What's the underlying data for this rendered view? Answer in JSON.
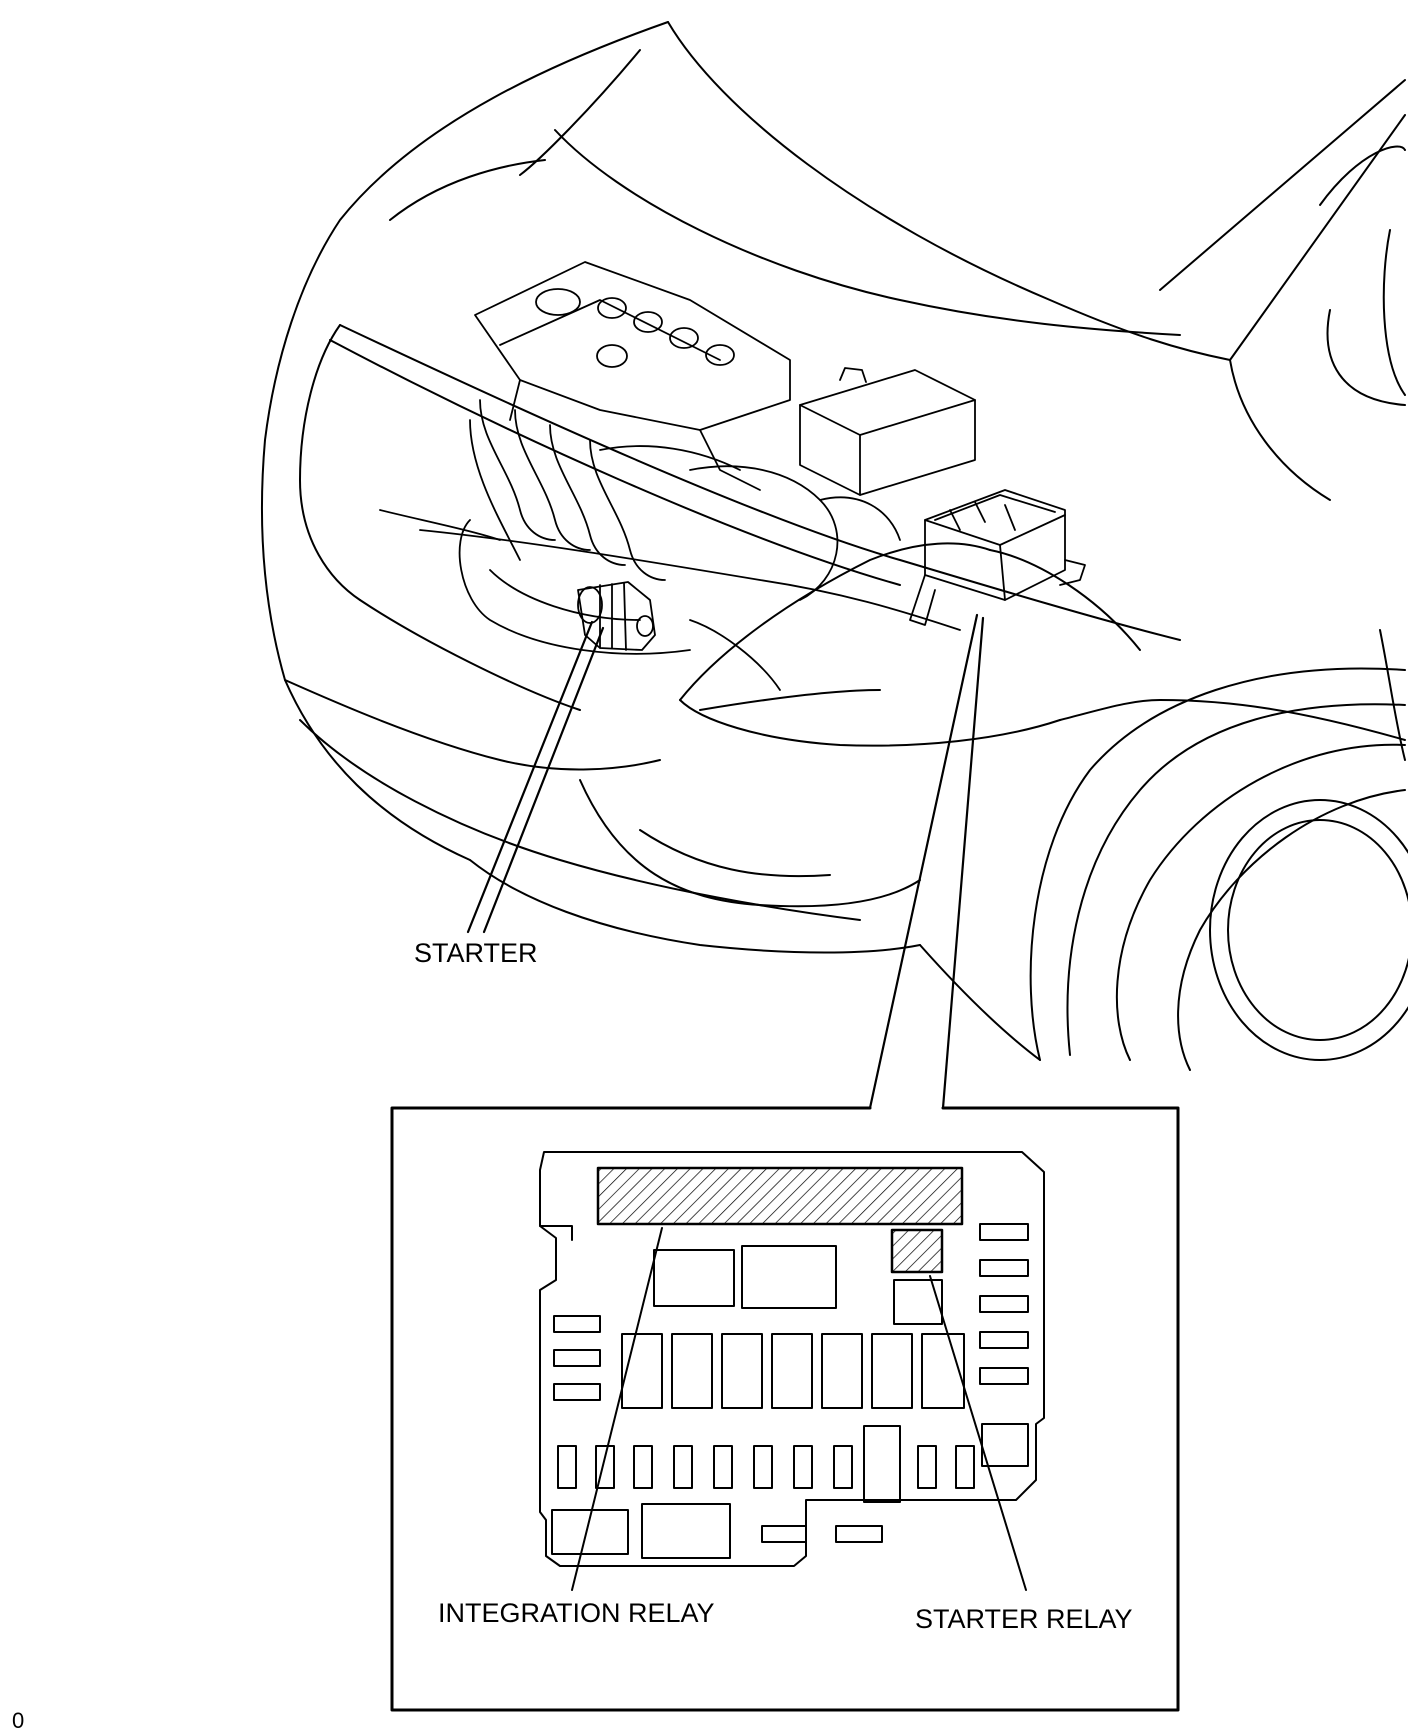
{
  "diagram": {
    "labels": {
      "starter": "STARTER",
      "integration_relay": "INTEGRATION RELAY",
      "starter_relay": "STARTER RELAY"
    },
    "corner_mark": "0",
    "colors": {
      "line": "#000000",
      "background": "#ffffff"
    }
  }
}
